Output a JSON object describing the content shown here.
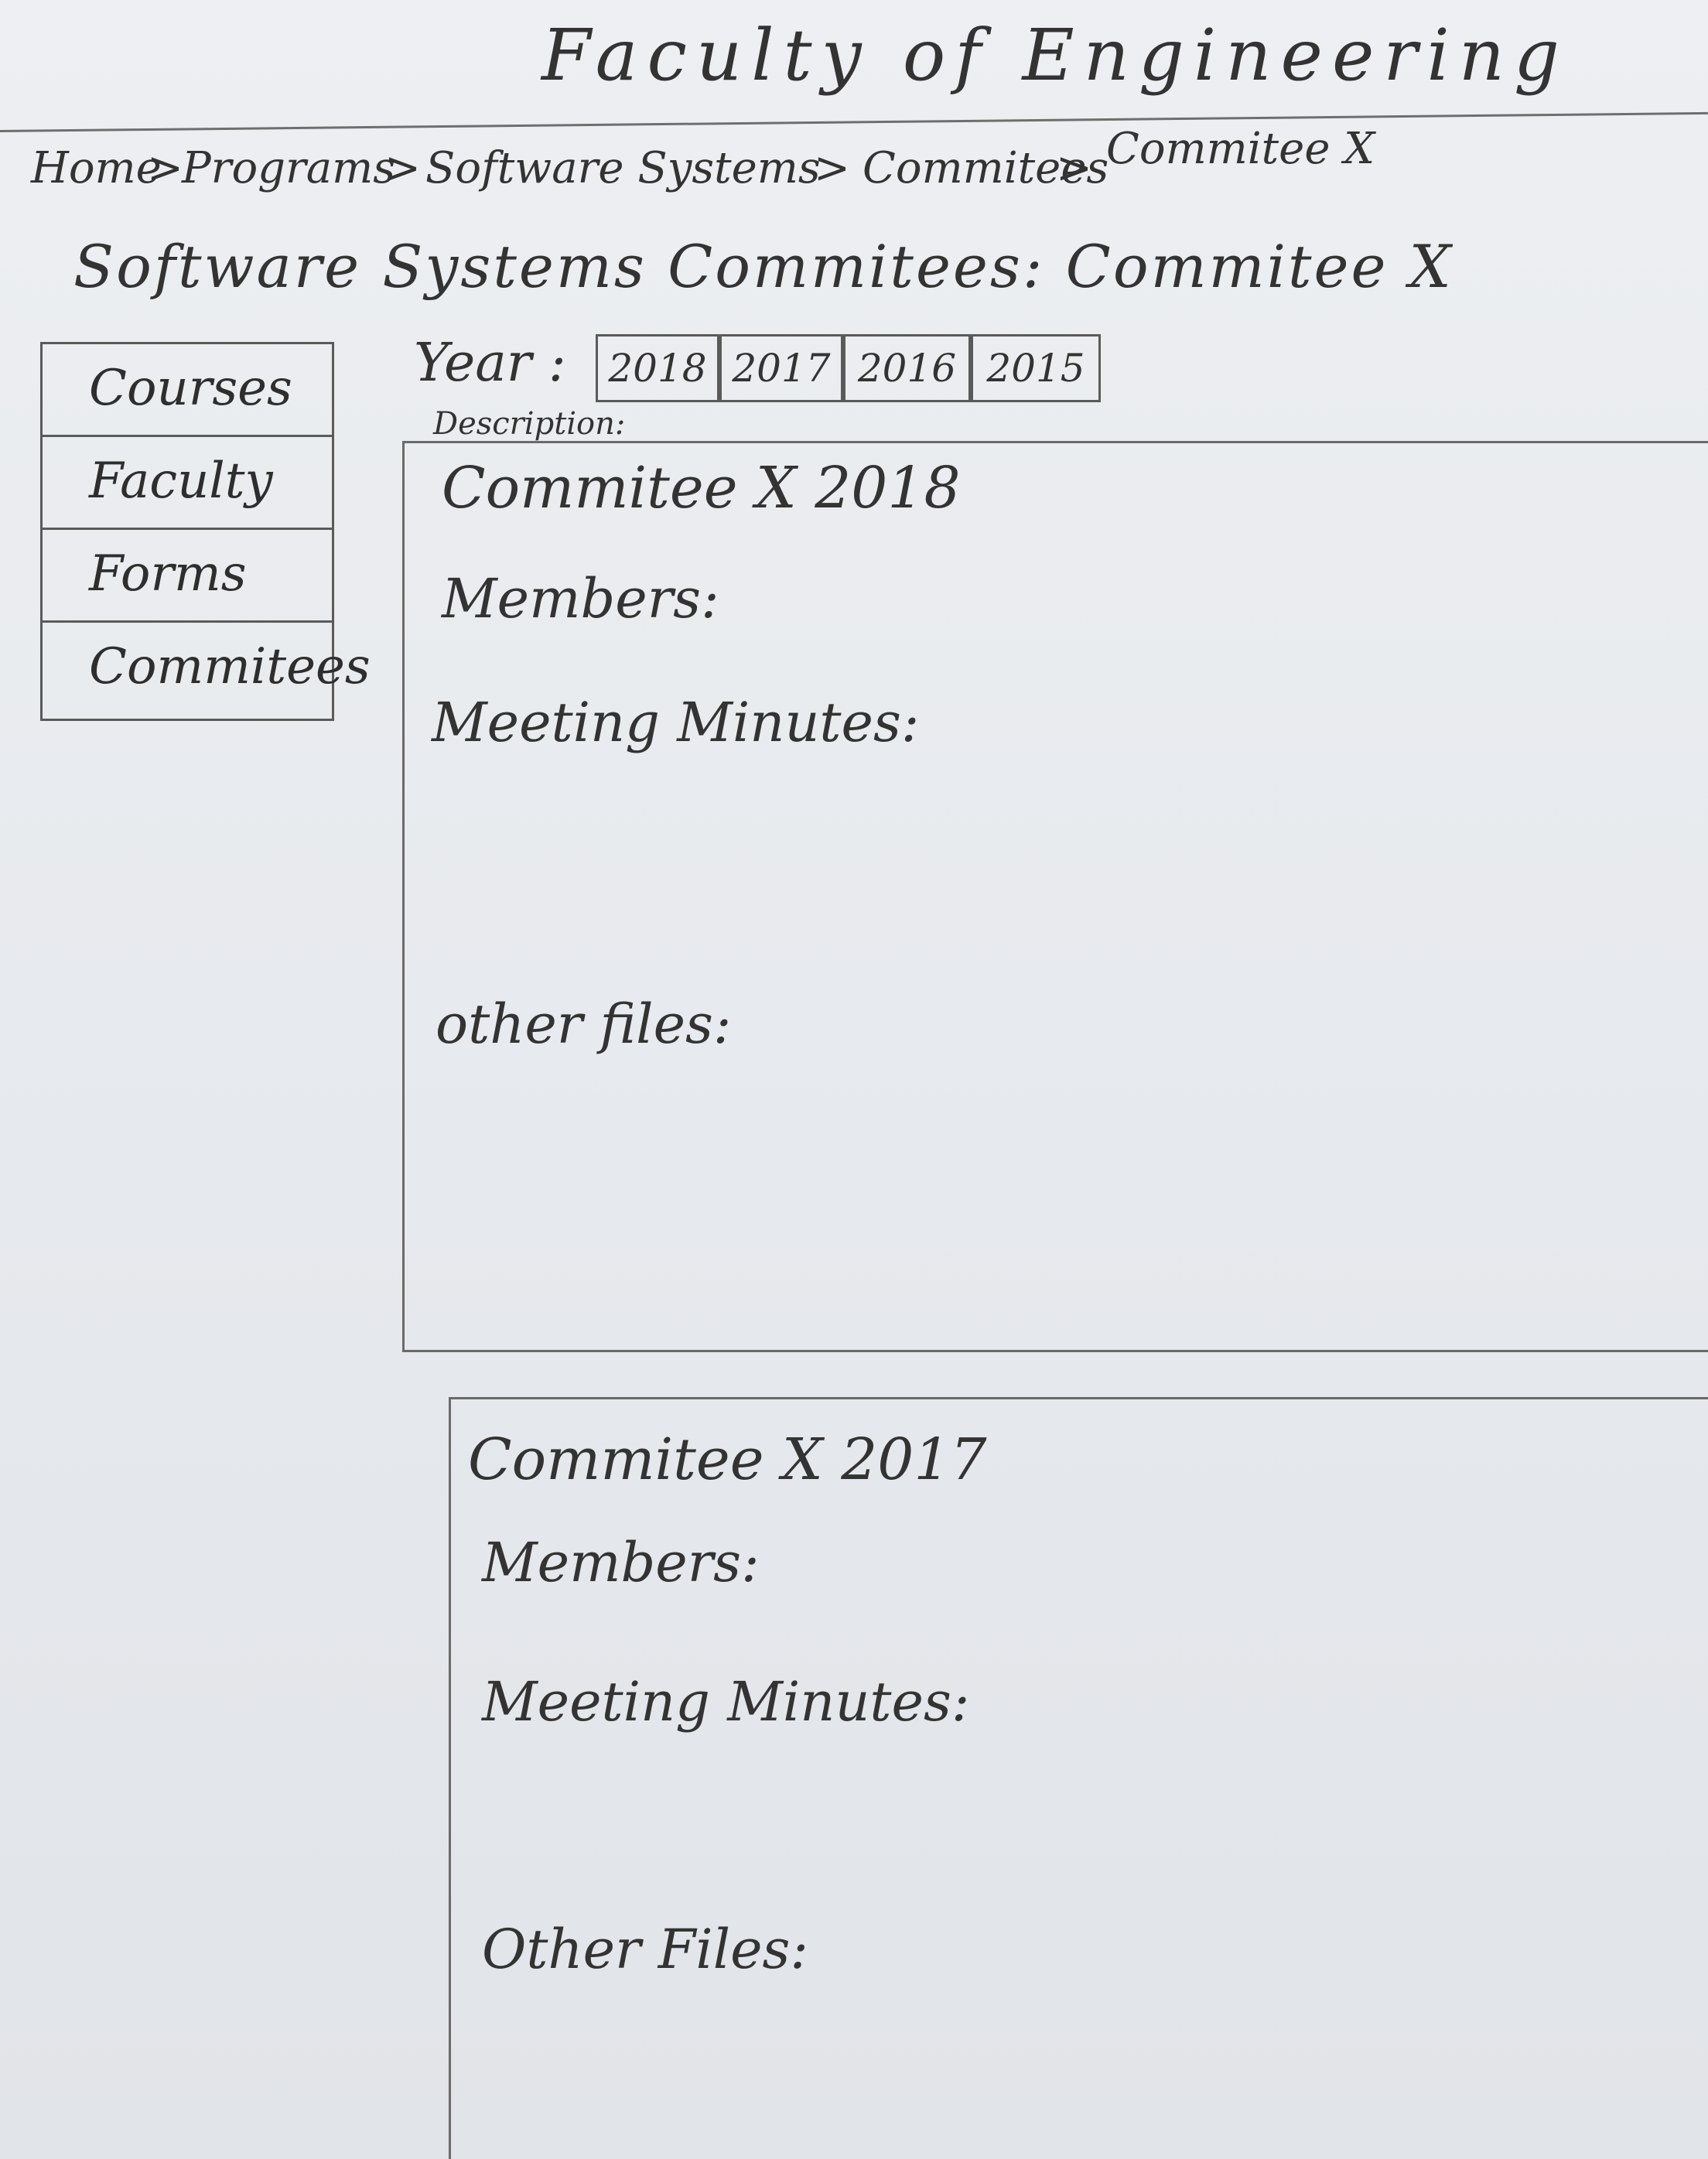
{
  "site": {
    "title": "Faculty of Engineering"
  },
  "breadcrumb": {
    "items": [
      "Home",
      "Programs",
      "Software Systems",
      "Commitees",
      "Commitee X"
    ],
    "separator": ">"
  },
  "page": {
    "heading": "Software Systems Commitees: Commitee X"
  },
  "sidebar": {
    "items": [
      {
        "label": "Courses"
      },
      {
        "label": "Faculty"
      },
      {
        "label": "Forms"
      },
      {
        "label": "Commitees"
      }
    ]
  },
  "year_selector": {
    "label": "Year :",
    "years": [
      "2018",
      "2017",
      "2016",
      "2015"
    ],
    "selected": "2018"
  },
  "description_label": "Description:",
  "panels": [
    {
      "title": "Commitee X 2018",
      "members_label": "Members:",
      "minutes_label": "Meeting Minutes:",
      "files_label": "other files:"
    },
    {
      "title": "Commitee X 2017",
      "members_label": "Members:",
      "minutes_label": "Meeting Minutes:",
      "files_label": "Other Files:"
    }
  ],
  "colors": {
    "paper": "#e9ebee",
    "pencil": "#333333"
  }
}
